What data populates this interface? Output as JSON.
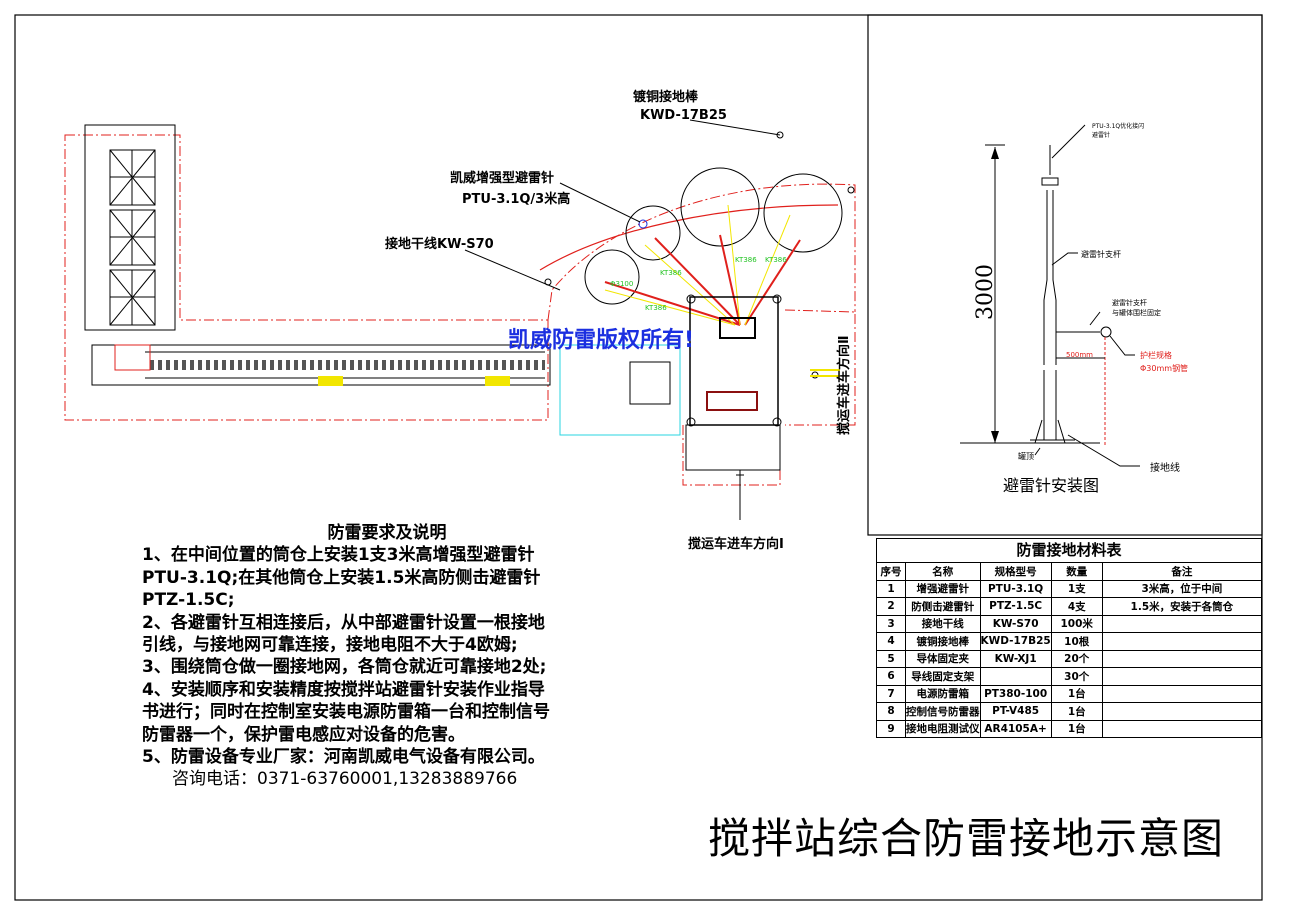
{
  "drawing_title": "搅拌站综合防雷接地示意图",
  "watermark": "凯威防雷版权所有!",
  "plan": {
    "label_ground_rod": "镀铜接地棒",
    "label_ground_rod_model": "KWD-17B25",
    "label_rod_name": "凯威增强型避雷针",
    "label_rod_model": "PTU-3.1Q/3米高",
    "label_main_conductor": "接地干线KW-S70",
    "label_truck_dir_2": "搅运车进车方向Ⅱ",
    "label_truck_dir_1": "搅运车进车方向Ⅰ",
    "dim_labels": [
      "Φ3100",
      "KT386",
      "KT386",
      "KT386",
      "KT386"
    ]
  },
  "install": {
    "title": "避雷针安装图",
    "height_dim": "3000",
    "label_rod": "PTU-3.1Q优化接闪",
    "label_rod2": "避雷针",
    "label_pole": "避雷针支杆",
    "label_fix1": "避雷针支杆",
    "label_fix2": "与罐体围栏固定",
    "label_offset": "500mm",
    "label_rail1": "护栏规格",
    "label_rail2": "Φ30mm钢管",
    "label_tank_top": "罐顶",
    "label_ground_wire": "接地线"
  },
  "notes": {
    "title": "防雷要求及说明",
    "lines": [
      "1、在中间位置的筒仓上安装1支3米高增强型避雷针",
      "PTU-3.1Q;在其他筒仓上安装1.5米高防侧击避雷针",
      "PTZ-1.5C;",
      "2、各避雷针互相连接后，从中部避雷针设置一根接地",
      "引线，与接地网可靠连接，接地电阻不大于4欧姆;",
      "3、围绕筒仓做一圈接地网，各筒仓就近可靠接地2处;",
      "4、安装顺序和安装精度按搅拌站避雷针安装作业指导",
      "书进行；同时在控制室安装电源防雷箱一台和控制信号",
      "防雷器一个，保护雷电感应对设备的危害。",
      "5、防雷设备专业厂家：河南凯威电气设备有限公司。"
    ],
    "phone": "咨询电话：0371-63760001,13283889766"
  },
  "table": {
    "title": "防雷接地材料表",
    "headers": [
      "序号",
      "名称",
      "规格型号",
      "数量",
      "备注"
    ],
    "rows": [
      [
        "1",
        "增强避雷针",
        "PTU-3.1Q",
        "1支",
        "3米高，位于中间"
      ],
      [
        "2",
        "防侧击避雷针",
        "PTZ-1.5C",
        "4支",
        "1.5米，安装于各筒仓"
      ],
      [
        "3",
        "接地干线",
        "KW-S70",
        "100米",
        ""
      ],
      [
        "4",
        "镀铜接地棒",
        "KWD-17B25",
        "10根",
        ""
      ],
      [
        "5",
        "导体固定夹",
        "KW-XJ1",
        "20个",
        ""
      ],
      [
        "6",
        "导线固定支架",
        "",
        "30个",
        ""
      ],
      [
        "7",
        "电源防雷箱",
        "PT380-100",
        "1台",
        ""
      ],
      [
        "8",
        "控制信号防雷器",
        "PT-V485",
        "1台",
        ""
      ],
      [
        "9",
        "接地电阻测试仪",
        "AR4105A+",
        "1台",
        ""
      ]
    ]
  },
  "colors": {
    "red": "#e0201c",
    "cyan": "#2ad4e0",
    "yellow": "#f2e600",
    "green": "#22c322",
    "watermark": "#1b2fe0"
  }
}
